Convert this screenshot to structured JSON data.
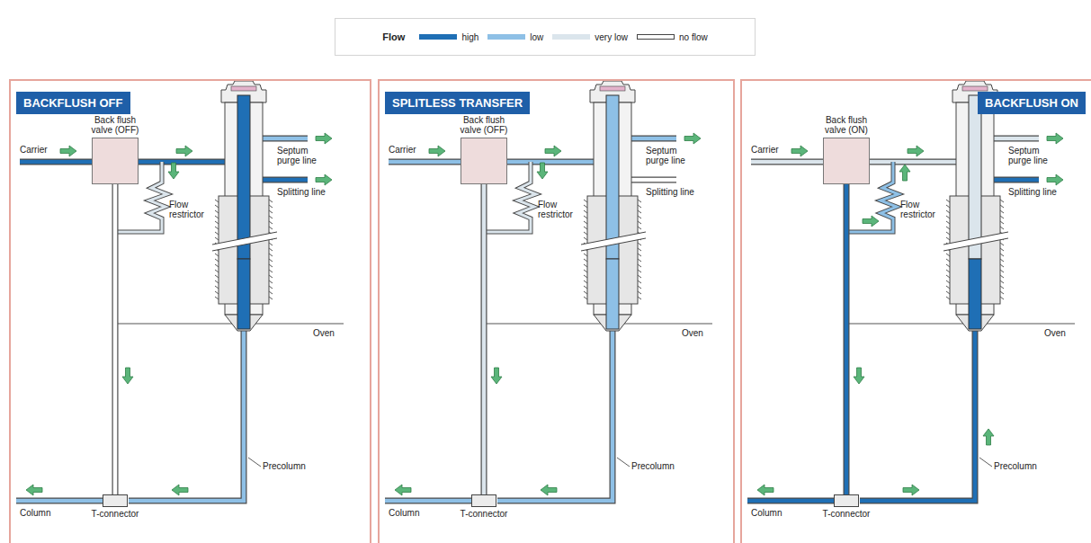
{
  "diagram": {
    "nodes": [
      {
        "text": [
          "BACKFLUSH OFF"
        ]
      },
      {
        "text": [
          "Back flush valve (OFF)"
        ],
        "in": 0
      },
      {
        "text": [
          "T-connector"
        ],
        "in": 0
      },
      {
        "text": [
          "SPLITLESS TRANSFER"
        ]
      },
      {
        "text": [
          "Back flush valve (OFF)"
        ],
        "in": 3
      },
      {
        "text": [
          "T-connector"
        ],
        "in": 3
      },
      {
        "text": [
          "BACKFLUSH ON"
        ]
      },
      {
        "text": [
          "Back flush valve (ON)"
        ],
        "in": 6
      },
      {
        "text": [
          "T-connector"
        ],
        "in": 6
      }
    ],
    "edges": [
      {
        "from": 1,
        "to": 2,
        "arrow": "none"
      },
      {
        "from": 4,
        "to": 5,
        "arrow": "none"
      },
      {
        "from": 7,
        "to": 8,
        "arrow": "none"
      }
    ],
    "labels": [
      "Flow",
      "Carrier",
      "Septum purge line",
      "Splitting line",
      "Flow restrictor",
      "Oven",
      "Precolumn",
      "Column",
      "Carrier",
      "Septum purge line",
      "Splitting line",
      "Flow restrictor",
      "Oven",
      "Precolumn",
      "Column",
      "Carrier",
      "Septum purge line",
      "Splitting line",
      "Flow restrictor",
      "Oven",
      "Precolumn",
      "Column"
    ],
    "legend": [
      {
        "text": "high",
        "color": "#1f6fb5"
      },
      {
        "text": "low",
        "color": "#8ec0e6"
      },
      {
        "text": "very low",
        "color": "#dbe5ec"
      },
      {
        "text": "no flow"
      }
    ]
  }
}
